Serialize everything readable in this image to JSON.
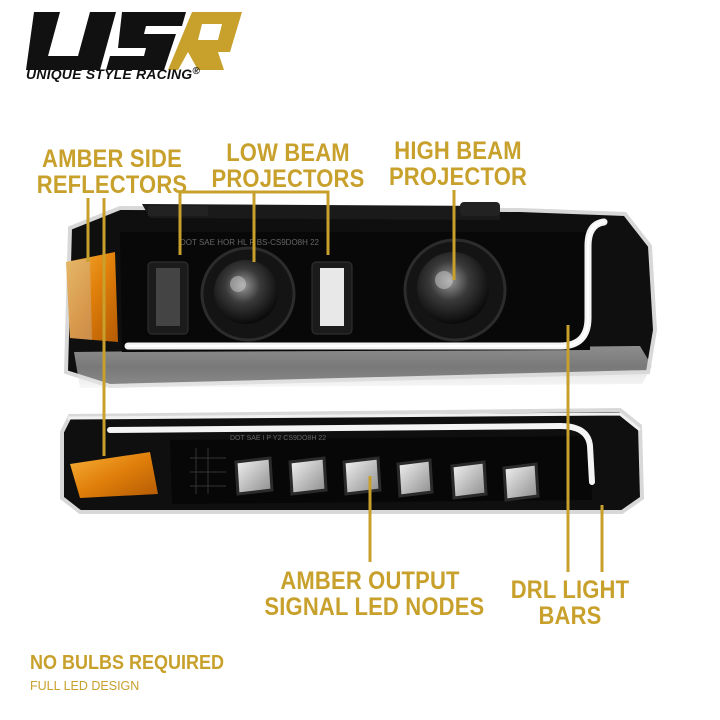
{
  "brand": {
    "logo_mark": "USR",
    "name": "UNIQUE STYLE RACING",
    "registered": "®"
  },
  "callouts": {
    "amber_side_reflectors": [
      "AMBER SIDE",
      "REFLECTORS"
    ],
    "low_beam_projectors": [
      "LOW BEAM",
      "PROJECTORS"
    ],
    "high_beam_projector": [
      "HIGH BEAM",
      "PROJECTOR"
    ],
    "amber_output_signal": [
      "AMBER OUTPUT",
      "SIGNAL LED NODES"
    ],
    "drl_light_bars": [
      "DRL LIGHT",
      "BARS"
    ]
  },
  "footer": {
    "title": "NO BULBS REQUIRED",
    "subtitle": "FULL LED DESIGN"
  },
  "lens_markings": {
    "headlight": "DOT SAE HOR HL P BS-CS9DO8H 22",
    "bumper_light": "DOT SAE I P Y2 CS9DO8H 22"
  },
  "colors": {
    "accent_gold": "#c8a02c",
    "housing_black": "#111111",
    "amber": "#e8920c"
  }
}
